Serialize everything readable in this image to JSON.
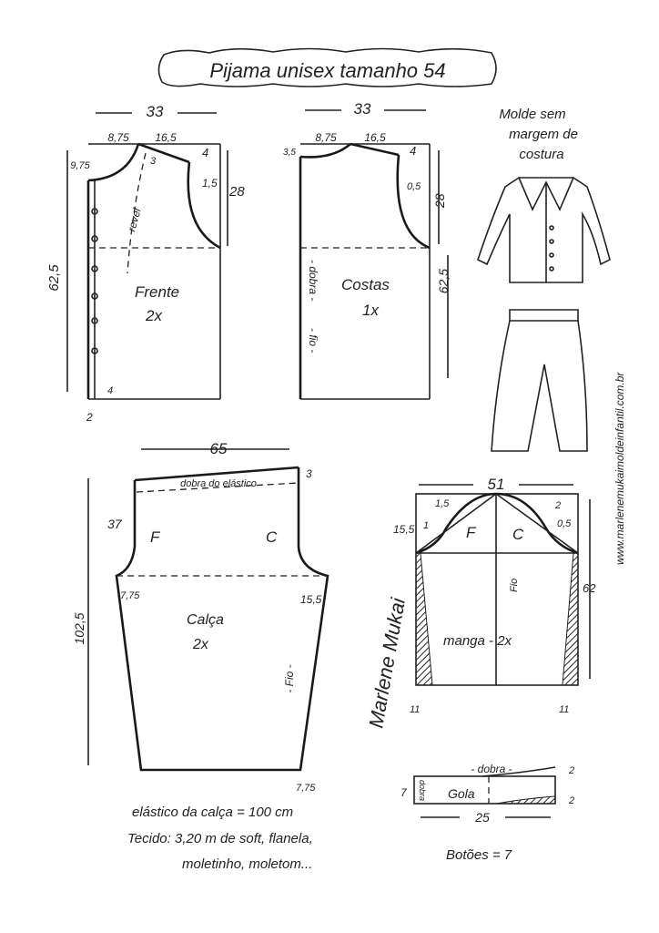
{
  "title": "Pijama unisex tamanho 54",
  "note_seam": [
    "Molde sem",
    "margem de",
    "costura"
  ],
  "website": "www.marlenemukaimoldeinfantil.com.br",
  "signature": "Marlene Mukai",
  "frente": {
    "label": "Frente",
    "count": "2x",
    "width": "33",
    "neck_w": "8,75",
    "shoulder_w": "16,5",
    "neck_d": "9,75",
    "shoulder_drop": "4",
    "armhole_d": "28",
    "armhole_curve": "1,5",
    "length": "62,5",
    "revel_label": "revel",
    "revel_offset": "3",
    "hem_ext": "4",
    "bottom": "2"
  },
  "costas": {
    "label": "Costas",
    "count": "1x",
    "width": "33",
    "neck_w": "8,75",
    "shoulder_w": "16,5",
    "neck_d": "3,5",
    "shoulder_drop": "4",
    "armhole_d": "28",
    "armhole_curve": "0,5",
    "length": "62,5",
    "fold_label": "- dobra -",
    "grain_label": "- fio -"
  },
  "calca": {
    "label": "Calça",
    "count": "2x",
    "width": "65",
    "fold_label": "dobra do elástico",
    "waist_up": "3",
    "crotch_d": "37",
    "front": "F",
    "back": "C",
    "crotch_f": "7,75",
    "crotch_c": "15,5",
    "length": "102,5",
    "grain_label": "- Fio -",
    "hem": "7,75"
  },
  "manga": {
    "label": "manga - 2x",
    "width": "51",
    "front": "F",
    "back": "C",
    "cap_h": "15,5",
    "cap_f1": "1,5",
    "cap_f2": "1",
    "cap_c1": "2",
    "cap_c2": "0,5",
    "length": "62",
    "grain_label": "Fio",
    "cuff_l": "11",
    "cuff_r": "11"
  },
  "gola": {
    "label": "Gola",
    "fold_top": "- dobra -",
    "fold_side": "dobra",
    "height": "7",
    "width": "25",
    "right_top": "2",
    "right_bottom": "2"
  },
  "notes": {
    "elastic": "elástico da calça = 100 cm",
    "fabric_1": "Tecido: 3,20 m de soft, flanela,",
    "fabric_2": "moletinho, moletom...",
    "buttons": "Botões = 7"
  }
}
